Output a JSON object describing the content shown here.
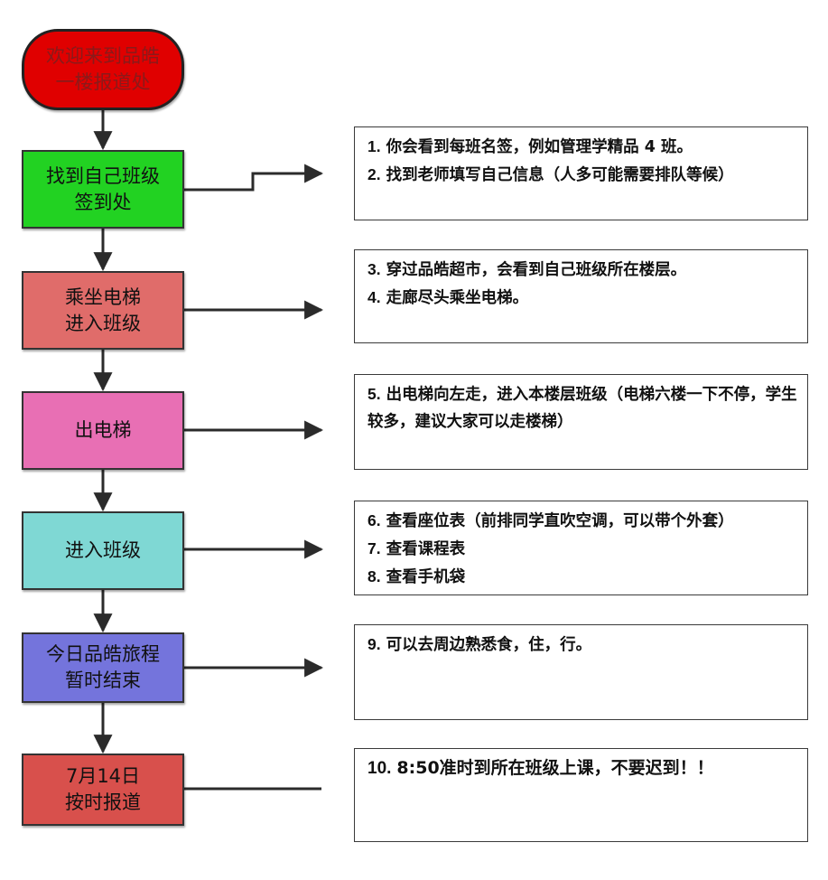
{
  "colors": {
    "start": "#e00000",
    "step_green": "#22d222",
    "step_salmon": "#e06c6a",
    "step_pink": "#e86fb4",
    "step_cyan": "#7fd8d4",
    "step_blue": "#7474dc",
    "step_red": "#d8504c",
    "connector": "#2b2b2b"
  },
  "steps": [
    {
      "label": "欢迎来到品皓\n一楼报道处"
    },
    {
      "label": "找到自己班级\n签到处"
    },
    {
      "label": "乘坐电梯\n进入班级"
    },
    {
      "label": "出电梯"
    },
    {
      "label": "进入班级"
    },
    {
      "label": "今日品皓旅程\n暂时结束"
    },
    {
      "label": "7月14日\n按时报道"
    }
  ],
  "notes": [
    {
      "lines": [
        {
          "num": "1.",
          "text": "你会看到每班名签，例如管理学精品 4 班。"
        },
        {
          "num": "2.",
          "text": "找到老师填写自己信息（人多可能需要排队等候）"
        }
      ]
    },
    {
      "lines": [
        {
          "num": "3.",
          "text": "穿过品皓超市，会看到自己班级所在楼层。"
        },
        {
          "num": "4.",
          "text": "走廊尽头乘坐电梯。"
        }
      ]
    },
    {
      "lines": [
        {
          "num": "5.",
          "text": "出电梯向左走，进入本楼层班级（电梯六楼一下不停，学生较多，建议大家可以走楼梯）"
        }
      ]
    },
    {
      "lines": [
        {
          "num": "6.",
          "text": "查看座位表（前排同学直吹空调，可以带个外套）"
        },
        {
          "num": "7.",
          "text": "查看课程表"
        },
        {
          "num": "8.",
          "text": "查看手机袋"
        }
      ]
    },
    {
      "lines": [
        {
          "num": "9.",
          "text": "可以去周边熟悉食，住，行。"
        }
      ]
    },
    {
      "lines": [
        {
          "num": "10.",
          "text": "8:50准时到所在班级上课，不要迟到！！"
        }
      ]
    }
  ]
}
